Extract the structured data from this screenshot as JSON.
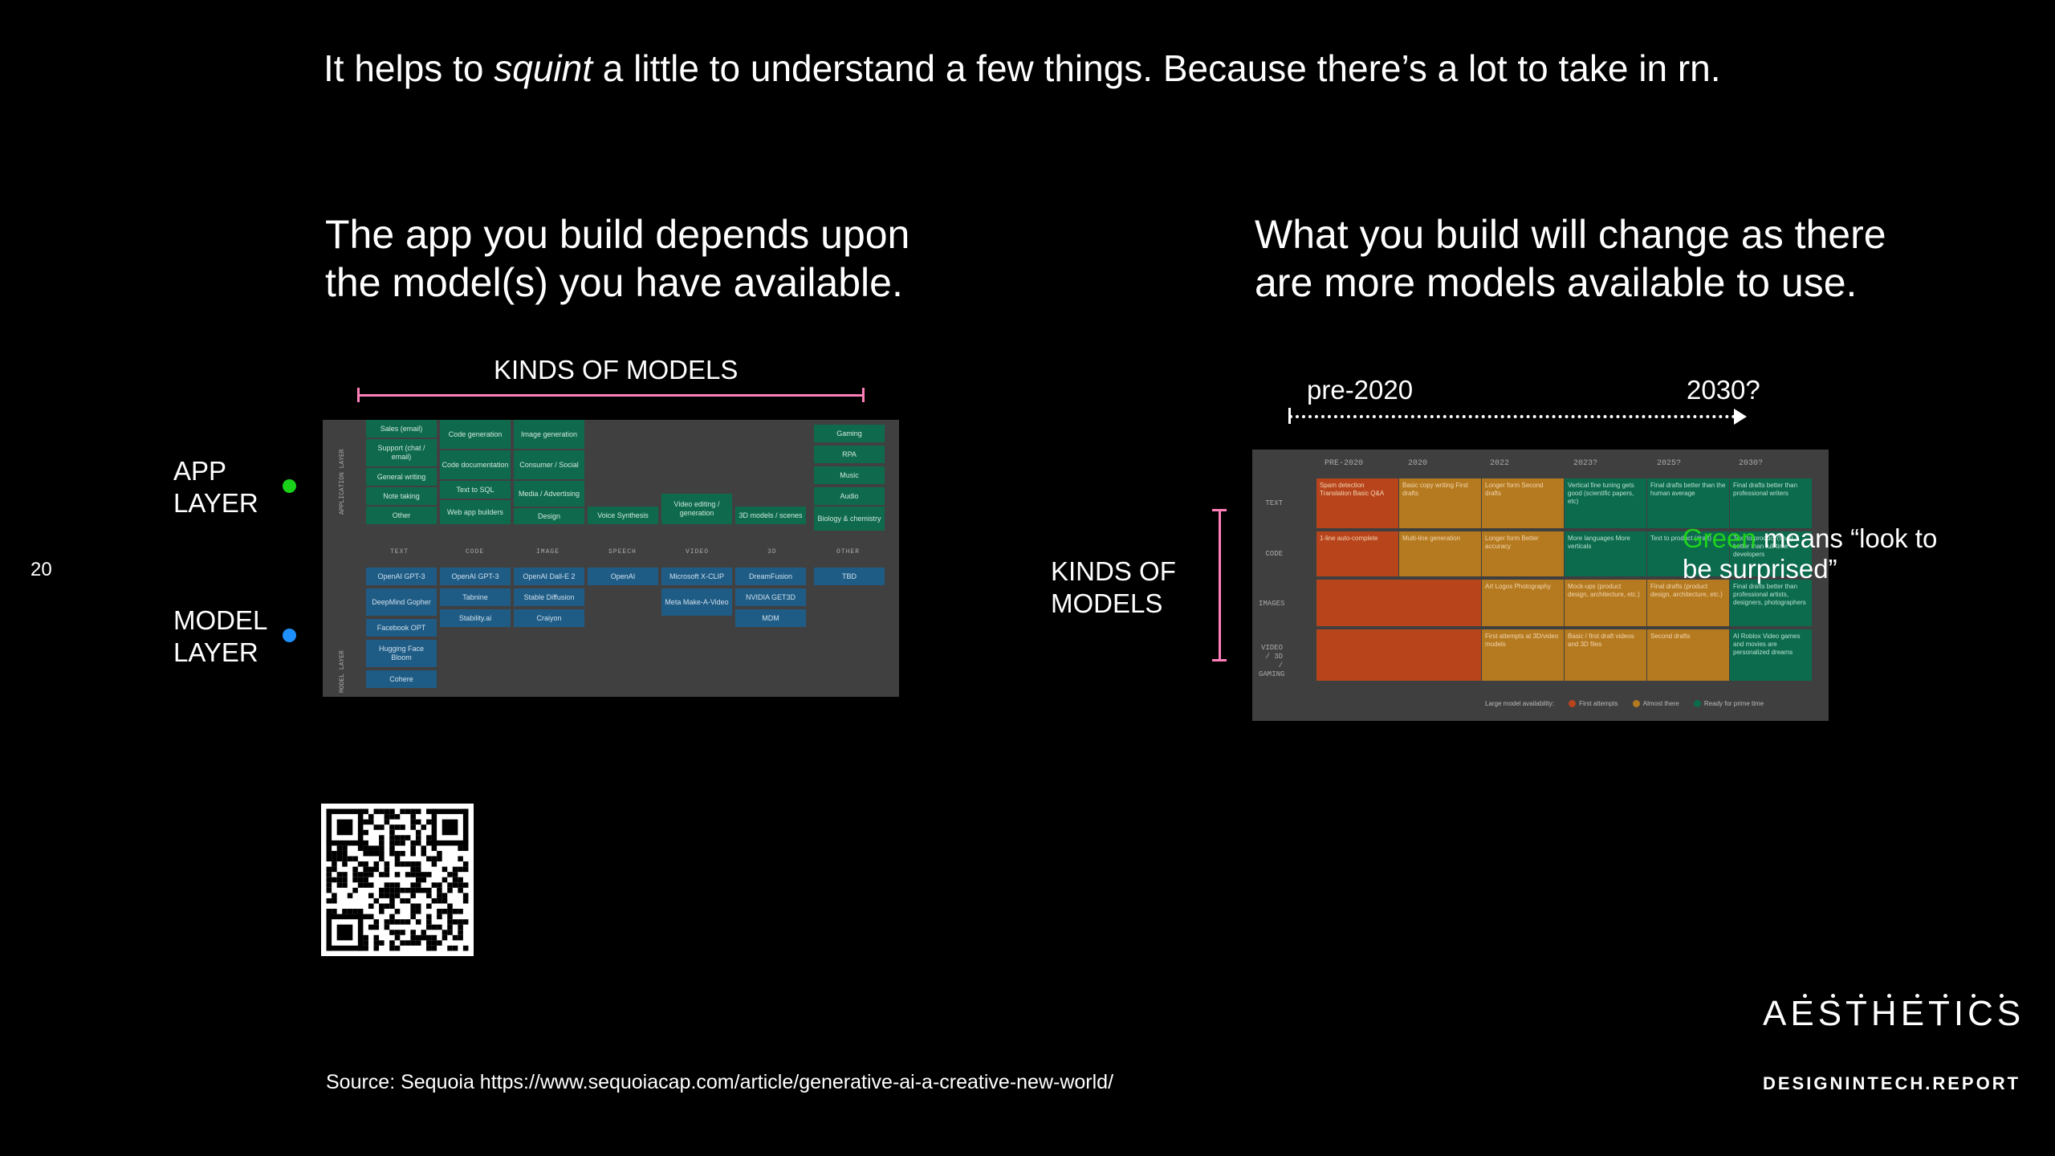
{
  "headline": {
    "before": "It helps to ",
    "emphasis": "squint",
    "after": " a little to understand a few things. Because there’s a lot to take in rn."
  },
  "slide_number": "20",
  "left": {
    "subhead_line1": "The app you build depends upon",
    "subhead_line2": "the model(s) you have available.",
    "kinds_label": "KINDS OF MODELS",
    "app_layer": [
      "APP",
      "LAYER"
    ],
    "model_layer": [
      "MODEL",
      "LAYER"
    ],
    "app_dot_color": "#19d219",
    "model_dot_color": "#1e90ff",
    "map": {
      "layer_app": "APPLICATION LAYER",
      "layer_model": "MODEL LAYER",
      "columns": [
        "TEXT",
        "CODE",
        "IMAGE",
        "SPEECH",
        "VIDEO",
        "3D",
        "OTHER"
      ],
      "text_apps": [
        "Sales (email)",
        "Support (chat / email)",
        "General writing",
        "Note taking",
        "Other"
      ],
      "code_apps": [
        "Code generation",
        "Code documentation",
        "Text to SQL",
        "Web app builders"
      ],
      "image_apps": [
        "Image generation",
        "Consumer / Social",
        "Media / Advertising",
        "Design"
      ],
      "speech_apps": [
        "Voice Synthesis"
      ],
      "video_apps": [
        "Video editing / generation"
      ],
      "threed_apps": [
        "3D models / scenes"
      ],
      "other_apps": [
        "Gaming",
        "RPA",
        "Music",
        "Audio",
        "Biology & chemistry"
      ],
      "text_models": [
        "OpenAI GPT-3",
        "DeepMind Gopher",
        "Facebook OPT",
        "Hugging Face Bloom",
        "Cohere"
      ],
      "code_models": [
        "OpenAI GPT-3",
        "Tabnine",
        "Stability.ai"
      ],
      "image_models": [
        "OpenAI Dall-E 2",
        "Stable Diffusion",
        "Craiyon"
      ],
      "speech_models": [
        "OpenAI"
      ],
      "video_models": [
        "Microsoft X-CLIP",
        "Meta Make-A-Video"
      ],
      "threed_models": [
        "DreamFusion",
        "NVIDIA GET3D",
        "MDM"
      ],
      "other_models": [
        "TBD"
      ]
    }
  },
  "right": {
    "subhead_line1": "What you build will change as there",
    "subhead_line2": "are more models available to use.",
    "timeline_start": "pre-2020",
    "timeline_end": "2030?",
    "kinds_label": [
      "KINDS OF",
      "MODELS"
    ],
    "green_word": "Green",
    "green_rest": " means “look to be surprised”",
    "chart": {
      "columns": [
        "PRE-2020",
        "2020",
        "2022",
        "2023?",
        "2025?",
        "2030?"
      ],
      "rows": [
        "TEXT",
        "CODE",
        "IMAGES",
        "VIDEO / 3D / GAMING"
      ],
      "text": [
        "Spam detection Translation Basic Q&A",
        "Basic copy writing First drafts",
        "Longer form Second drafts",
        "Vertical fine tuning gets good (scientific papers, etc)",
        "Final drafts better than the human average",
        "Final drafts better than professional writers"
      ],
      "code": [
        "1-line auto-complete",
        "Multi-line generation",
        "Longer form Better accuracy",
        "More languages More verticals",
        "Text to product (draft)",
        "Text to product (final), better than full-time developers"
      ],
      "images": [
        "",
        "",
        "Art Logos Photography",
        "Mock-ups (product design, architecture, etc.)",
        "Final drafts (product design, architecture, etc.)",
        "Final drafts better than professional artists, designers, photographers"
      ],
      "video": [
        "",
        "",
        "First attempts at 3D/video models",
        "Basic / first draft videos and 3D files",
        "Second drafts",
        "AI Roblox Video games and movies are personalized dreams"
      ],
      "legend_title": "Large model availability:",
      "legend": [
        "First attempts",
        "Almost there",
        "Ready for prime time"
      ],
      "colors": {
        "first": "#b8441c",
        "almost": "#b57a1f",
        "ready": "#0c6a4d"
      }
    }
  },
  "source": "Source: Sequoia https://www.sequoiacap.com/article/generative-ai-a-creative-new-world/",
  "brand": "AESTHETICS",
  "site": "DESIGNINTECH.REPORT"
}
